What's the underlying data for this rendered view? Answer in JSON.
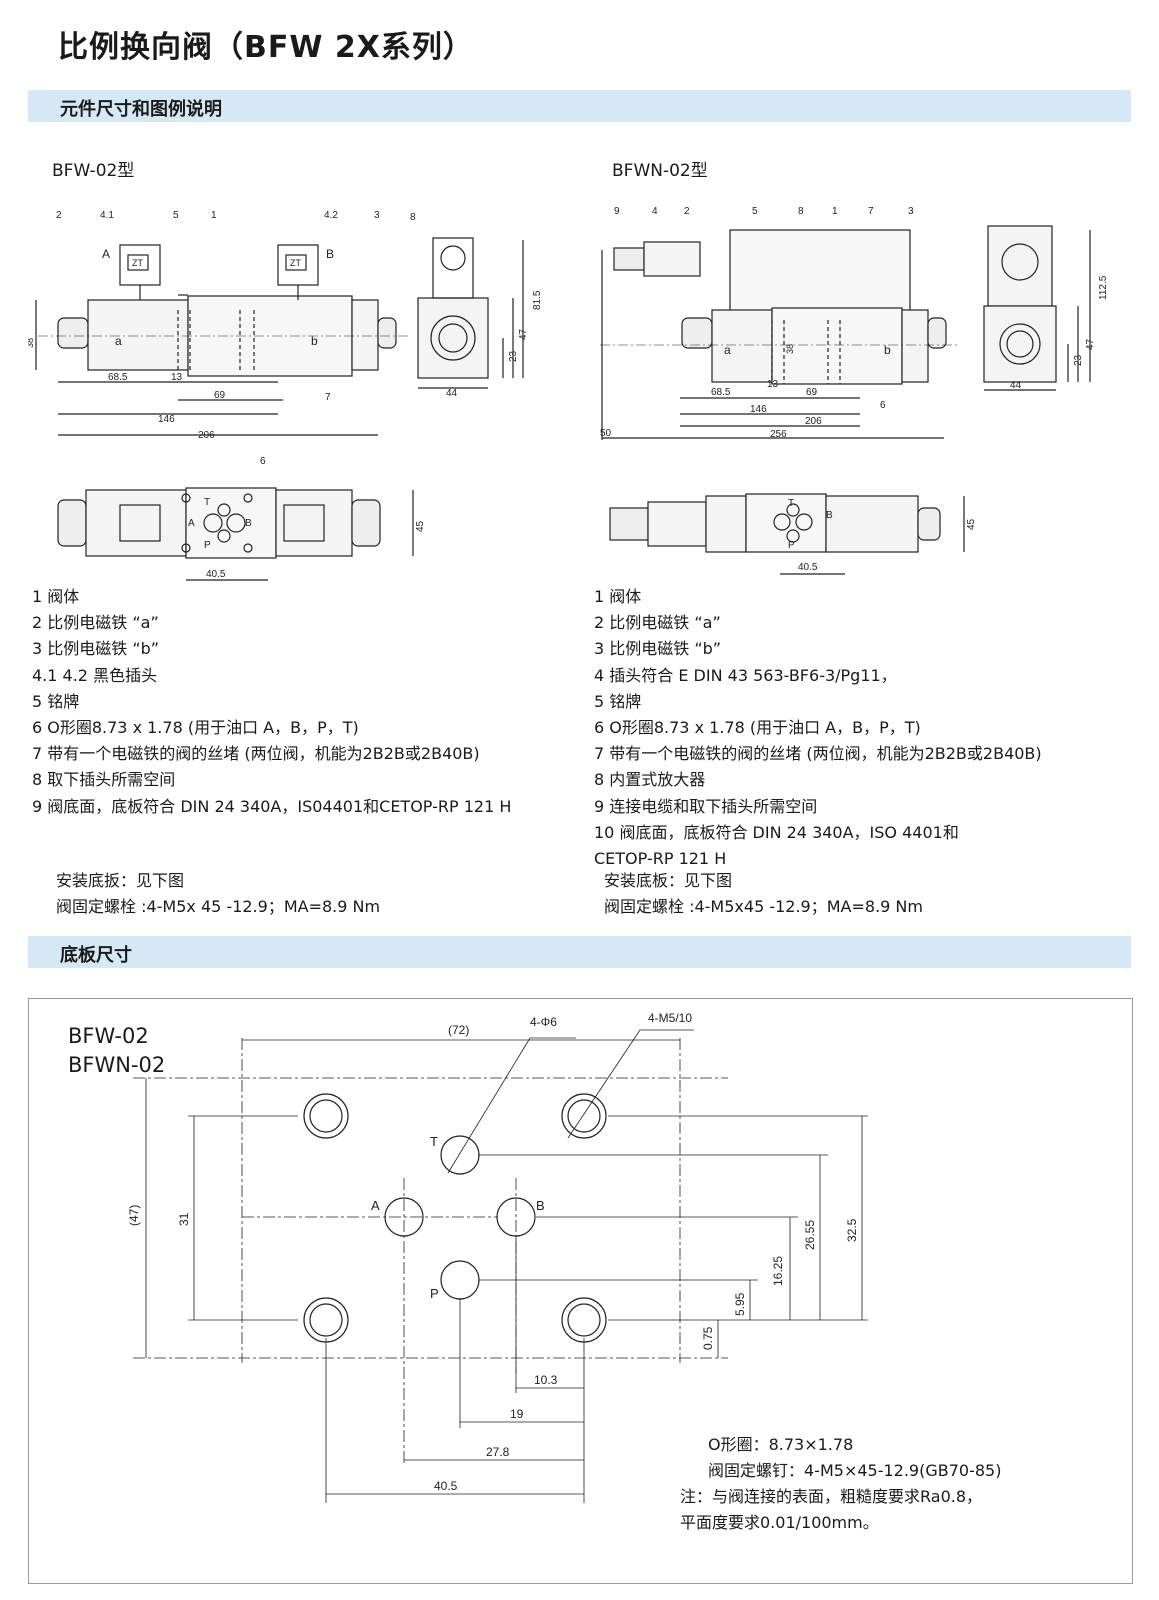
{
  "title": "比例换向阀（BFW 2X系列）",
  "sections": {
    "dimensions": "元件尺寸和图例说明",
    "subplate": "底板尺寸"
  },
  "left": {
    "model": "BFW-02型",
    "legend": [
      "1  阀体",
      "2  比例电磁铁  “a”",
      "3  比例电磁铁  “b”",
      "4.1  4.2  黑色插头",
      "5  铭牌",
      "6  O形圈8.73 x  1.78 (用于油口 A，B，P，T)",
      "7  带有一个电磁铁的阀的丝堵 (两位阀，机能为2B2B或2B40B)",
      "8  取下插头所需空间",
      "9  阀底面，底板符合 DIN 24 340A，IS04401和CETOP-RP 121 H"
    ],
    "install_line1": "安装底扳：见下图",
    "install_line2": "阀固定螺栓 :4-M5x 45 -12.9；MA=8.9 Nm"
  },
  "right": {
    "model": "BFWN-02型",
    "legend": [
      "1  阀体",
      "2  比例电磁铁  “a”",
      "3  比例电磁铁  “b”",
      "4  插头符合  E DIN 43 563-BF6-3/Pg11，",
      "5  铭牌",
      "6  O形圈8.73 x  1.78  (用于油口 A，B，P，T)",
      "7  带有一个电磁铁的阀的丝堵  (两位阀，机能为2B2B或2B40B)",
      "8  内置式放大器",
      "9  连接电缆和取下插头所需空间",
      "10  阀底面，底板符合 DIN 24 340A，ISO 4401和",
      "       CETOP-RP 121 H"
    ],
    "install_line1": "安装底板：见下图",
    "install_line2": "阀固定螺栓 :4-M5x45 -12.9；MA=8.9 Nm"
  },
  "drawing_labels": {
    "left_callouts": [
      "2",
      "4.1",
      "5",
      "1",
      "4.2",
      "3",
      "8",
      "7",
      "6"
    ],
    "right_callouts": [
      "9",
      "4",
      "2",
      "5",
      "8",
      "1",
      "7",
      "3",
      "6"
    ],
    "solenoid_a": "a",
    "solenoid_b": "b",
    "plug_a": "A",
    "plug_b": "B",
    "plug_mark": "ZT",
    "ports": [
      "T",
      "A",
      "B",
      "P"
    ],
    "left_dims": [
      "38",
      "68.5",
      "13",
      "69",
      "146",
      "206",
      "81.5",
      "47",
      "23",
      "44",
      "45",
      "40.5"
    ],
    "right_dims": [
      "68.5",
      "13",
      "69",
      "146",
      "206",
      "256",
      "50",
      "38",
      "112.5",
      "47",
      "23",
      "44",
      "45",
      "40.5"
    ]
  },
  "subplate": {
    "models": [
      "BFW-02",
      "BFWN-02"
    ],
    "dims": {
      "w72": "(72)",
      "holes": "4-Φ6",
      "screws": "4-M5/10",
      "h47": "(47)",
      "h31": "31",
      "d26_55": "26.55",
      "d32_5": "32.5",
      "d16_25": "16.25",
      "d5_95": "5.95",
      "d0_75": "0.75",
      "d10_3": "10.3",
      "d19": "19",
      "d27_8": "27.8",
      "d40_5": "40.5"
    },
    "ports": [
      "T",
      "A",
      "B",
      "P"
    ],
    "notes": [
      "O形圈：8.73×1.78",
      "阀固定螺钉：4-M5×45-12.9(GB70-85)",
      "注：与阀连接的表面，粗糙度要求Ra0.8，",
      "       平面度要求0.01/100mm。"
    ]
  }
}
